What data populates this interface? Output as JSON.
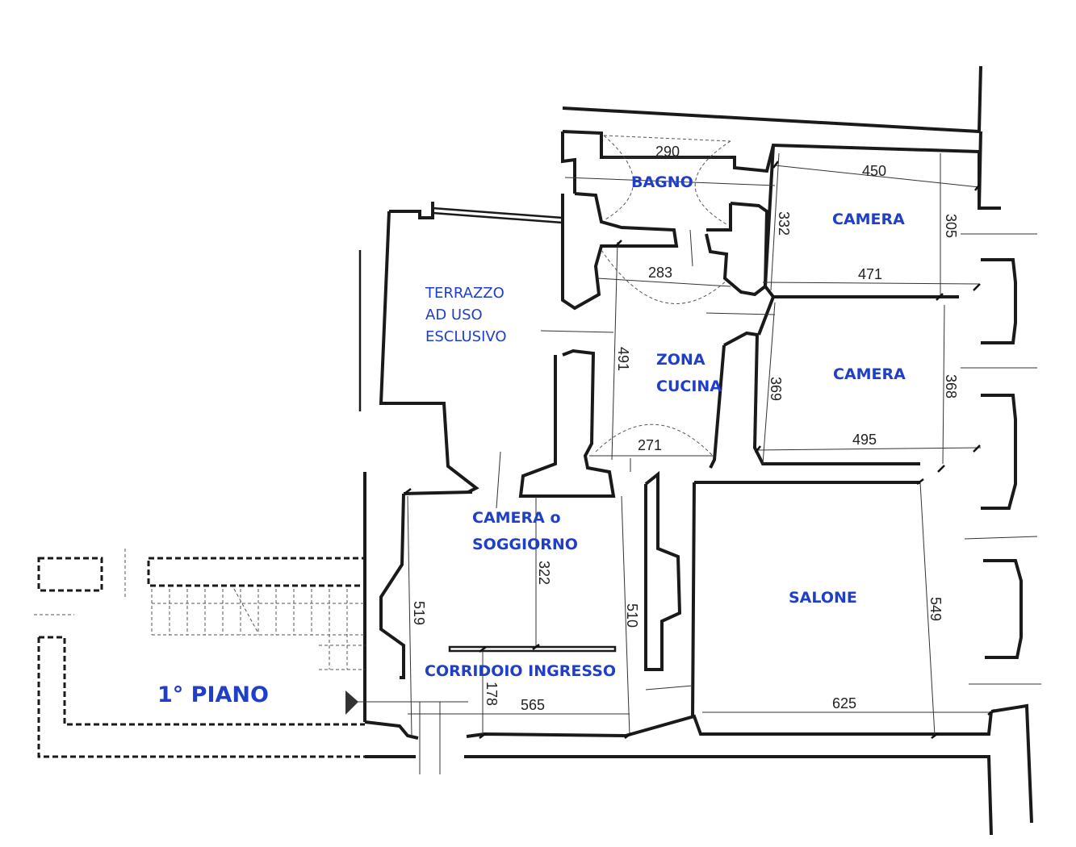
{
  "colors": {
    "label": "#1f3fc8",
    "wall": "#1a1a1a",
    "background": "#ffffff"
  },
  "floor_label": "1° PIANO",
  "rooms": {
    "bagno": "BAGNO",
    "camera_top": "CAMERA",
    "camera_mid": "CAMERA",
    "terrazzo": [
      "TERRAZZO",
      "AD USO",
      "ESCLUSIVO"
    ],
    "zona_cucina": [
      "ZONA",
      "CUCINA"
    ],
    "camera_soggiorno": [
      "CAMERA o",
      "SOGGIORNO"
    ],
    "salone": "SALONE",
    "corridoio": "CORRIDOIO INGRESSO"
  },
  "dimensions": {
    "d290": "290",
    "d450": "450",
    "d332": "332",
    "d305": "305",
    "d283": "283",
    "d471": "471",
    "d491": "491",
    "d369": "369",
    "d368": "368",
    "d271": "271",
    "d495": "495",
    "d322": "322",
    "d519": "519",
    "d510": "510",
    "d549": "549",
    "d178": "178",
    "d565": "565",
    "d625": "625"
  },
  "icons": {
    "entrance": "entrance-arrow-icon"
  }
}
